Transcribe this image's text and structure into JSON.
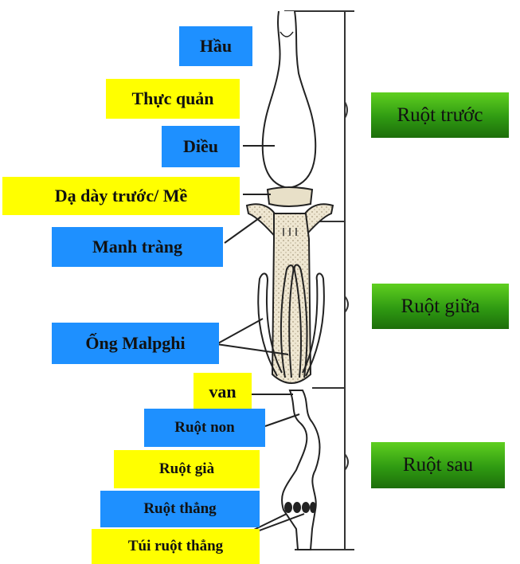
{
  "labels": {
    "hau": "Hầu",
    "thuc_quan": "Thực quản",
    "dieu": "Diều",
    "da_day_truoc": "Dạ dày trước/ Mề",
    "manh_trang": "Manh tràng",
    "ong_malpghi": "Ống Malpghi",
    "van": "van",
    "ruot_non": "Ruột non",
    "ruot_gia": "Ruột già",
    "ruot_thang": "Ruột thẳng",
    "tui_ruot_thang": "Túi ruột thẳng"
  },
  "regions": {
    "ruot_truoc": "Ruột trước",
    "ruot_giua": "Ruột giữa",
    "ruot_sau": "Ruột sau"
  },
  "colors": {
    "blue_label": "#1e90ff",
    "yellow_label": "#ffff00",
    "green_region": "#3aa815",
    "gut_fill": "#eee6d0",
    "outline": "#222222"
  }
}
